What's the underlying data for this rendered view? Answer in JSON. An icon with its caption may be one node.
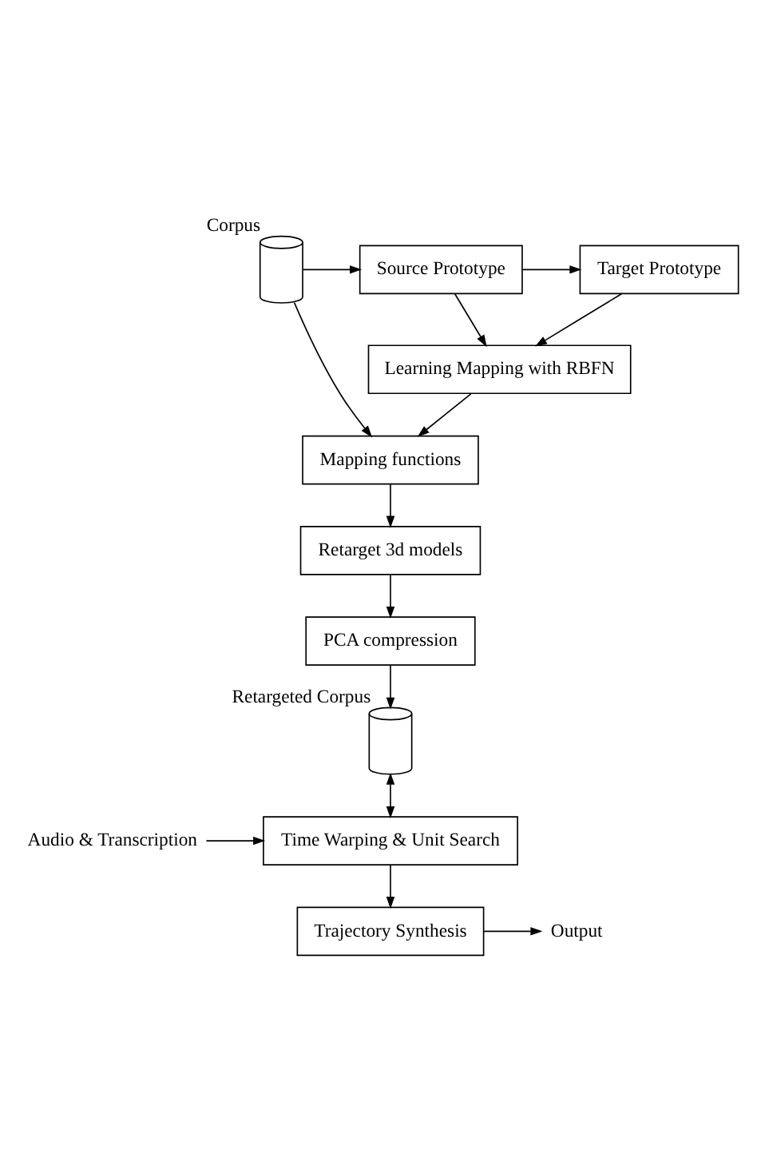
{
  "diagram": {
    "nodes": [
      {
        "text": [
          "Corpus"
        ]
      },
      {
        "text": [
          "Source Prototype"
        ]
      },
      {
        "text": [
          "Target Prototype"
        ]
      },
      {
        "text": [
          "Learning Mapping with RBFN"
        ]
      },
      {
        "text": [
          "Mapping functions"
        ]
      },
      {
        "text": [
          "Retarget 3d models"
        ]
      },
      {
        "text": [
          "PCA compression"
        ]
      },
      {
        "text": [
          "Retargeted Corpus"
        ]
      },
      {
        "text": [
          "Audio & Transcription"
        ]
      },
      {
        "text": [
          "Time Warping & Unit Search"
        ]
      },
      {
        "text": [
          "Trajectory Synthesis"
        ]
      },
      {
        "text": [
          "Output"
        ]
      }
    ],
    "edges": [
      {
        "from": 0,
        "to": 1,
        "arrow": "to"
      },
      {
        "from": 1,
        "to": 2,
        "arrow": "to"
      },
      {
        "from": 1,
        "to": 3,
        "arrow": "to"
      },
      {
        "from": 2,
        "to": 3,
        "arrow": "to"
      },
      {
        "from": 3,
        "to": 4,
        "arrow": "to"
      },
      {
        "from": 0,
        "to": 4,
        "arrow": "to"
      },
      {
        "from": 4,
        "to": 5,
        "arrow": "to"
      },
      {
        "from": 5,
        "to": 6,
        "arrow": "to"
      },
      {
        "from": 6,
        "to": 7,
        "arrow": "to"
      },
      {
        "from": 7,
        "to": 9,
        "arrow": "both"
      },
      {
        "from": 8,
        "to": 9,
        "arrow": "to"
      },
      {
        "from": 9,
        "to": 10,
        "arrow": "to"
      },
      {
        "from": 10,
        "to": 11,
        "arrow": "to"
      }
    ]
  }
}
